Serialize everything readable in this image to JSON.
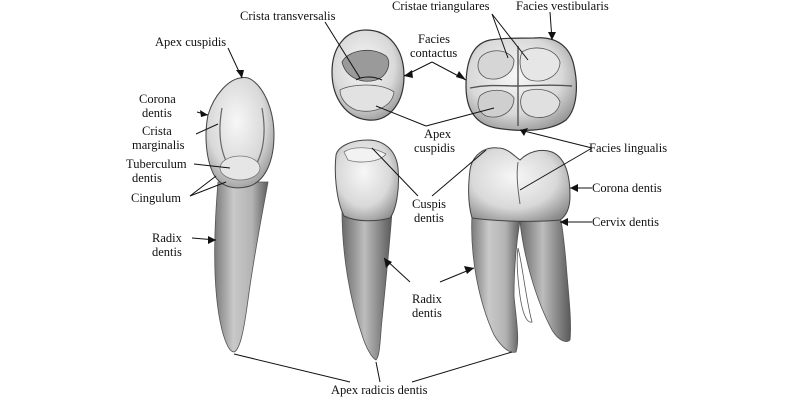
{
  "labels": {
    "apex_cuspidis": "Apex cuspidis",
    "crista_transversalis": "Crista transversalis",
    "cristae_triangulares": "Cristae triangulares",
    "facies_vestibularis": "Facies vestibularis",
    "facies_contactus_1": "Facies",
    "facies_contactus_2": "contactus",
    "corona_dentis_left_1": "Corona",
    "corona_dentis_left_2": "dentis",
    "crista_marginalis_1": "Crista",
    "crista_marginalis_2": "marginalis",
    "tuberculum_dentis_1": "Tuberculum",
    "tuberculum_dentis_2": "dentis",
    "cingulum": "Cingulum",
    "radix_dentis_left_1": "Radix",
    "radix_dentis_left_2": "dentis",
    "apex_cuspidis_center_1": "Apex",
    "apex_cuspidis_center_2": "cuspidis",
    "facies_lingualis": "Facies lingualis",
    "cuspis_dentis_1": "Cuspis",
    "cuspis_dentis_2": "dentis",
    "corona_dentis_right": "Corona dentis",
    "cervix_dentis": "Cervix dentis",
    "radix_dentis_center_1": "Radix",
    "radix_dentis_center_2": "dentis",
    "apex_radicis_dentis": "Apex radicis dentis"
  }
}
